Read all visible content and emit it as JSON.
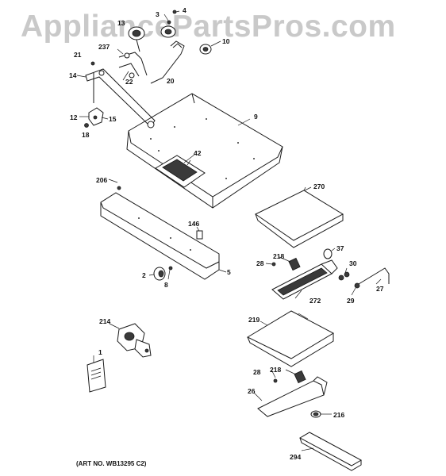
{
  "watermark": "AppliancePartsPros.com",
  "art_number": "(ART NO. WB13295 C2)",
  "callouts": {
    "c1": "1",
    "c2": "2",
    "c3": "3",
    "c4": "4",
    "c5": "5",
    "c8": "8",
    "c9": "9",
    "c10": "10",
    "c12": "12",
    "c13": "13",
    "c14": "14",
    "c15": "15",
    "c18": "18",
    "c20": "20",
    "c21": "21",
    "c22": "22",
    "c26": "26",
    "c27": "27",
    "c28a": "28",
    "c28b": "28",
    "c29": "29",
    "c30": "30",
    "c37": "37",
    "c42": "42",
    "c146": "146",
    "c206": "206",
    "c214": "214",
    "c216": "216",
    "c218a": "218",
    "c218b": "218",
    "c219": "219",
    "c237": "237",
    "c270": "270",
    "c272": "272",
    "c294": "294"
  }
}
